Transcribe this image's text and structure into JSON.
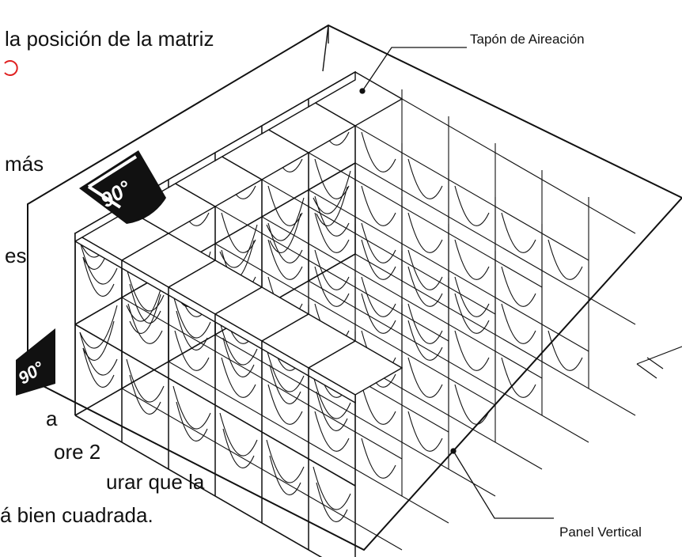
{
  "instructions": {
    "line1": "la posición de la matriz",
    "line2": "más",
    "line3": "es",
    "line4": "a",
    "line5": "ore 2",
    "line6": "urar que la",
    "line7": "á bien cuadrada."
  },
  "callouts": {
    "aeration_plug": "Tapón de Aireación",
    "vertical_panel": "Panel Vertical"
  },
  "angle_badges": {
    "top": "90°",
    "side": "90°"
  },
  "colors": {
    "line": "#111111",
    "badge": "#111111",
    "accent_marker": "#e02020"
  }
}
